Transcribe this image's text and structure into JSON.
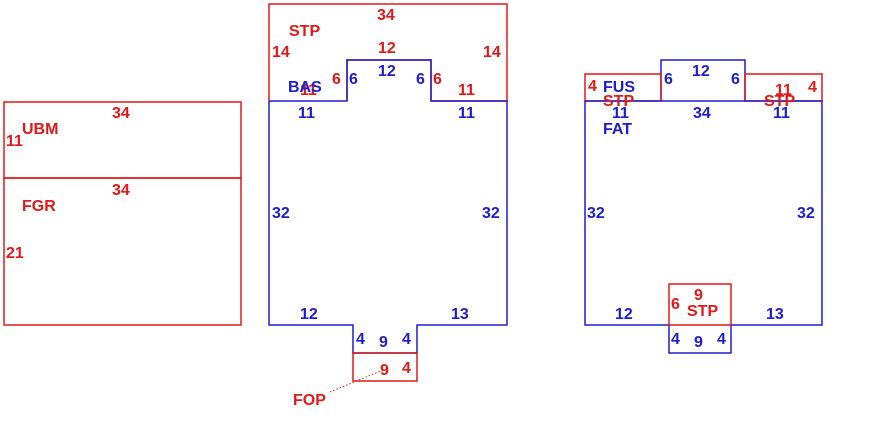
{
  "colors": {
    "red": "#e01818",
    "blue": "#1c1cd0",
    "background": "#ffffff"
  },
  "left_building": {
    "ubm": {
      "code": "UBM",
      "top": "34",
      "side": "11"
    },
    "fgr": {
      "code": "FGR",
      "top": "34",
      "side": "21"
    }
  },
  "middle_building": {
    "stp": {
      "code": "STP",
      "top": "34",
      "left": "14",
      "right": "14",
      "inner_top": "12",
      "inner_left": "6",
      "inner_right": "6",
      "left_bottom": "11",
      "right_bottom": "11"
    },
    "bas": {
      "code": "BAS",
      "top": "12",
      "step_left": "6",
      "step_right": "6",
      "shoulder_left": "11",
      "shoulder_right": "11",
      "side_left": "32",
      "side_right": "32",
      "bottom_left": "12",
      "bottom_right": "13",
      "notch_left": "4",
      "notch_bottom": "9",
      "notch_right": "4"
    },
    "fop": {
      "code": "FOP",
      "width": "9",
      "height": "4"
    }
  },
  "right_building": {
    "fus": {
      "code": "FUS",
      "top": "12",
      "left": "6",
      "right": "6",
      "width": "34"
    },
    "fat": {
      "code": "FAT",
      "side_left": "32",
      "side_right": "32",
      "bottom_left": "12",
      "bottom_right": "13",
      "notch_left": "4",
      "notch_bottom": "9",
      "notch_right": "4",
      "shoulder_left": "11",
      "shoulder_right": "11"
    },
    "stp_left": {
      "code": "STP",
      "width": "4"
    },
    "stp_right": {
      "code": "STP",
      "width": "11",
      "height": "4"
    },
    "stp_bottom": {
      "code": "STP",
      "top": "9",
      "left": "6"
    }
  }
}
